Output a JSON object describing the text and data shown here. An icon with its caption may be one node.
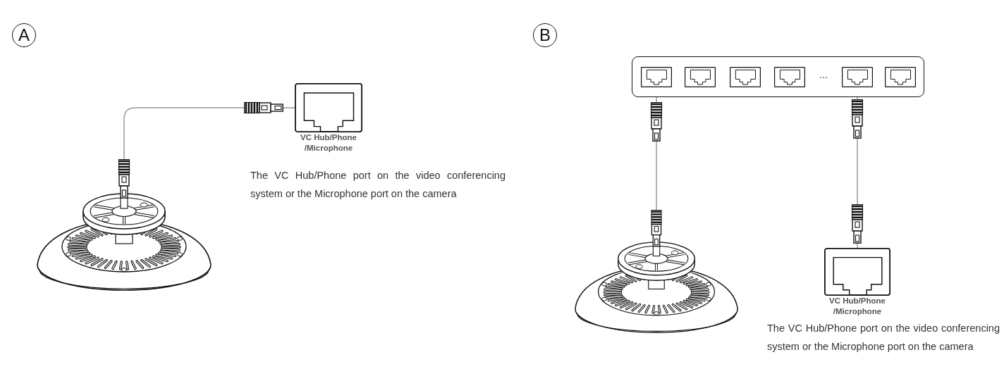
{
  "diagram": {
    "nodes": [
      {
        "text": [
          "A"
        ]
      },
      {
        "text": [
          "VC Hub/Phone /Microphone"
        ],
        "beside": [
          "The VC Hub/Phone port on the video conferencing system or the Microphone port on the camera"
        ]
      },
      {
        "text": [],
        "shape": "picture"
      },
      {
        "text": [
          "B"
        ]
      },
      {
        "text": [],
        "shape": "box"
      },
      {
        "text": [],
        "shape": "box",
        "in": 4
      },
      {
        "text": [],
        "shape": "box",
        "in": 4
      },
      {
        "text": [],
        "shape": "box",
        "in": 4
      },
      {
        "text": [],
        "shape": "box",
        "in": 4
      },
      {
        "text": [],
        "shape": "box",
        "in": 4
      },
      {
        "text": [],
        "shape": "box",
        "in": 4
      },
      {
        "text": [],
        "shape": "picture"
      },
      {
        "text": [
          "VC Hub/Phone /Microphone"
        ],
        "beside": [
          "The VC Hub/Phone port on the video conferencing system or the Microphone port on the camera"
        ]
      }
    ],
    "edges": [
      {
        "from": 2,
        "to": 1,
        "arrow": "none"
      },
      {
        "from": 11,
        "to": 4,
        "arrow": "none"
      },
      {
        "from": 4,
        "to": 12,
        "arrow": "none"
      }
    ],
    "labels": [
      "..."
    ]
  }
}
